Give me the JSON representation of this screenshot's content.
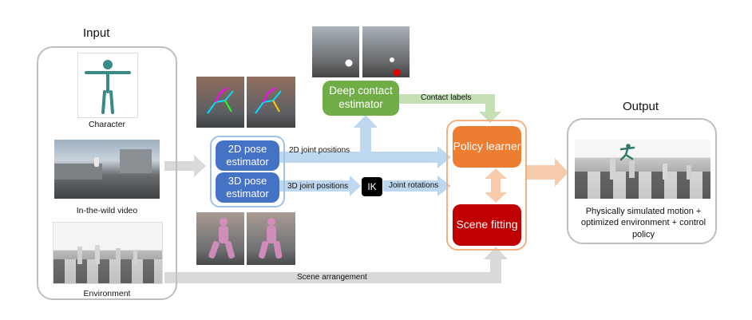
{
  "input": {
    "title": "Input",
    "character_caption": "Character",
    "video_caption": "In-the-wild video",
    "environment_caption": "Environment"
  },
  "modules": {
    "pose2d": "2D pose estimator",
    "pose3d": "3D pose estimator",
    "contact": "Deep contact estimator",
    "ik": "IK",
    "policy": "Policy learner",
    "scene": "Scene fitting"
  },
  "edges": {
    "joint2d": "2D joint positions",
    "joint3d": "3D joint positions",
    "rotations": "Joint rotations",
    "contact_labels": "Contact labels",
    "scene_arrangement": "Scene arrangement"
  },
  "output": {
    "title": "Output",
    "caption": "Physically simulated motion + optimized environment + control policy"
  },
  "colors": {
    "pose_blue": "#4472c4",
    "contact_green": "#70ad47",
    "policy_orange": "#ed7d31",
    "scene_red": "#c00000",
    "arrow_blue": "#bdd7ee",
    "arrow_green": "#c5e0b4",
    "arrow_orange": "#f8cbad",
    "arrow_gray": "#d9d9d9"
  }
}
